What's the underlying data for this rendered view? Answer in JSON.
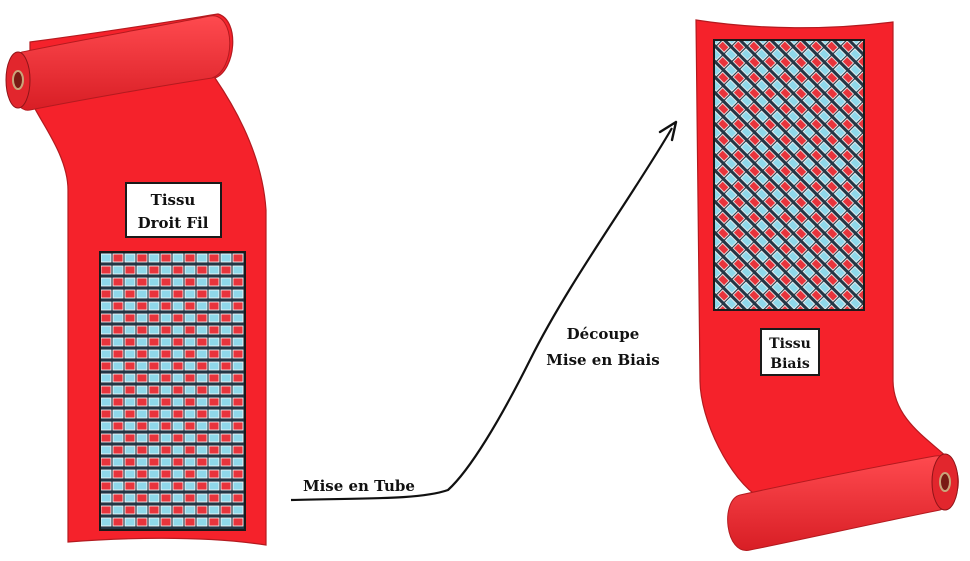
{
  "labels": {
    "left_title_1": "Tissu",
    "left_title_2": "Droit Fil",
    "right_title_1": "Tissu",
    "right_title_2": "Biais",
    "step_tube": "Mise en Tube",
    "step_cut_1": "Découpe",
    "step_cut_2": "Mise en Biais"
  },
  "colors": {
    "fabric": "#f5222b",
    "fabric_shadow": "#c61a20",
    "thread_red": "#e8343c",
    "thread_blue": "#8fd8ea",
    "thread_gap": "#243645",
    "label_bg": "#ffffff",
    "arrow": "#111111"
  }
}
